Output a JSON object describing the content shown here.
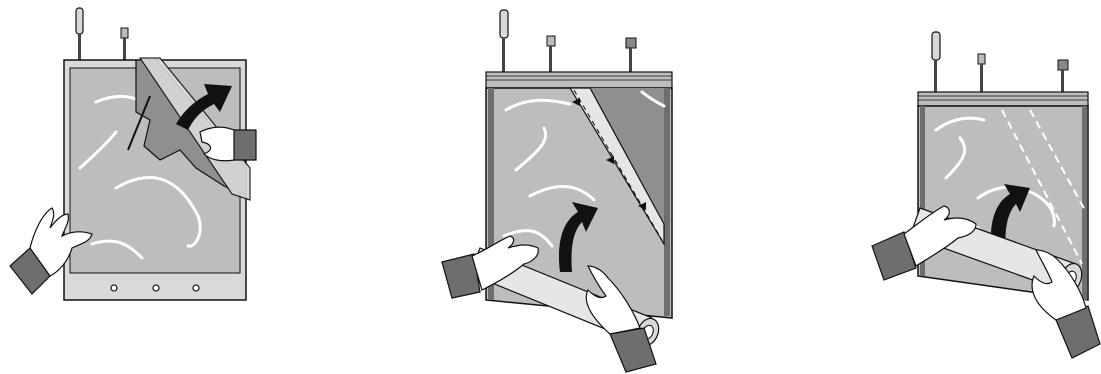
{
  "figure": {
    "steps": [
      {
        "id": 1,
        "action": "peel-backing-film",
        "arrow": "up-right"
      },
      {
        "id": 2,
        "action": "roll-up-from-bottom",
        "arrow": "up"
      },
      {
        "id": 3,
        "action": "continue-rolling",
        "arrow": "up"
      }
    ],
    "colors": {
      "outline": "#111111",
      "bag_fill": "#bdbdbd",
      "bag_dark": "#8f8f8f",
      "frame_fill": "#d9d9d9",
      "sleeve": "#6e6e6e",
      "hand": "#ffffff",
      "arrow": "#111111",
      "wrinkle": "#ffffff"
    },
    "icons": [
      "hand-icon",
      "arrow-icon",
      "valve-icon"
    ]
  }
}
